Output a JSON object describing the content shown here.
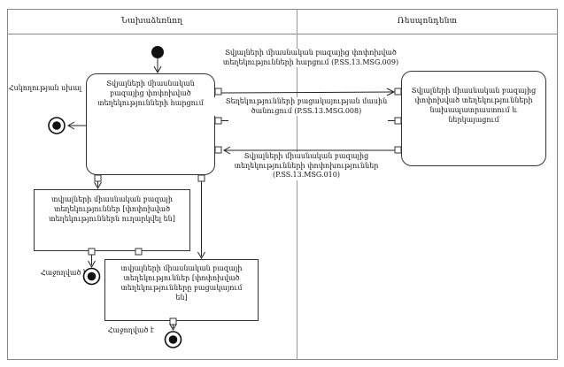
{
  "diagram": {
    "lanes": [
      {
        "id": "initiator",
        "label": "Նախաձեռնող"
      },
      {
        "id": "respondent",
        "label": "Ռեսպոնդենտ"
      }
    ],
    "nodes": {
      "initiator_action": "Տվյալների միասնական բազայից փոփոխված տեղեկությունների հարցում",
      "respondent_action": "Տվյալների միասնական բազայից փոփոխված տեղեկությունների նախապատրաստում և ներկայացում",
      "object_info_sent": "տվյալների միասնական բազայի տեղեկություններ  [փոփոխված տեղեկություններն ուղարկվել են]",
      "object_info_absent": "տվյալների միասնական բազայի տեղեկություններ [փոփոխված տեղեկությունները բացակայում են]"
    },
    "messages": {
      "msg009": "Տվյալների միասնական բազայից փոփոխված տեղեկությունների հարցում (P.SS.13.MSG.009)",
      "msg008": "Տեղեկությունների բացակայության մասին ծանուցում (P.SS.13.MSG.008)",
      "msg010": "Տվյալների միասնական բազայից տեղեկությունների փոփոխություններ (P.SS.13.MSG.010)"
    },
    "labels": {
      "control_error": "Հսկողության սխալ",
      "success_1": "Հաջողված է",
      "success_2": "Հաջողված է"
    },
    "colors": {
      "frame": "#888888",
      "shape_border": "#333333",
      "arrow": "#222222",
      "text": "#111111",
      "background": "#ffffff"
    }
  }
}
